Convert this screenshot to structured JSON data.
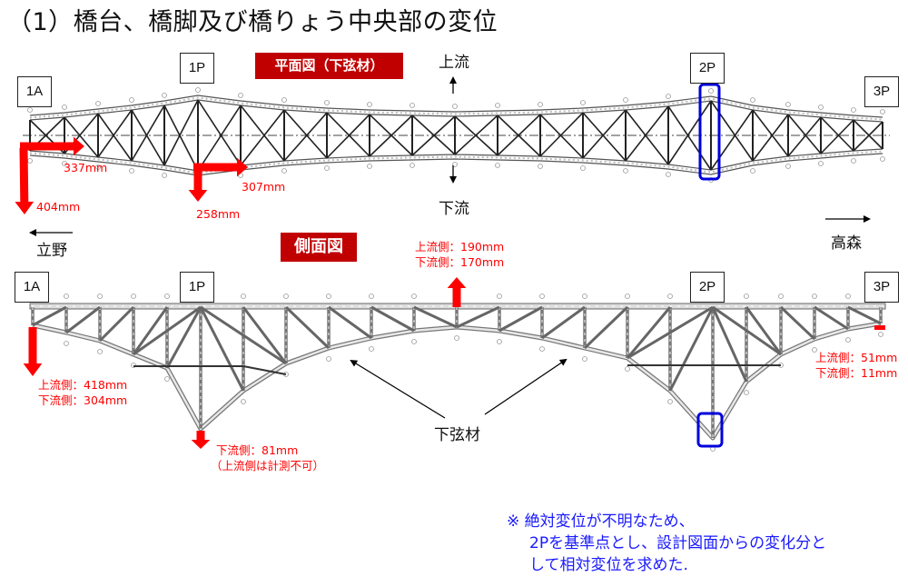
{
  "title": "（1）橋台、橋脚及び橋りょう中央部の変位",
  "support_labels": {
    "abutment_1a": "1A",
    "pier_1p": "1P",
    "pier_2p": "2P",
    "pier_3p": "3P"
  },
  "plan_view": {
    "banner": "平面図（下弦材）",
    "upstream_label": "上流",
    "downstream_label": "下流",
    "displacements": {
      "a1_transverse": "337mm",
      "a1_longitudinal": "404mm",
      "p1_transverse": "307mm",
      "p1_longitudinal": "258mm"
    }
  },
  "direction": {
    "left_label": "立野",
    "right_label": "高森"
  },
  "side_view": {
    "banner": "側面図",
    "center_line1": "上流側：190mm",
    "center_line2": "下流側：170mm",
    "a1_line1": "上流側：418mm",
    "a1_line2": "下流側：304mm",
    "p1_line1": "下流側：81mm",
    "p1_line2": "（上流側は計測不可）",
    "p3_line1": "上流側：51mm",
    "p3_line2": "下流側：11mm",
    "lower_chord_label": "下弦材"
  },
  "note": {
    "line1": "※ 絶対変位が不明なため、",
    "line2": "2Pを基準点とし、設計図面からの変化分と",
    "line3": "して相対変位を求めた."
  },
  "colors": {
    "arrow_red": "#ff0000",
    "banner_red": "#c00000",
    "highlight_blue": "#0000dd",
    "note_blue": "#1a1aff"
  }
}
